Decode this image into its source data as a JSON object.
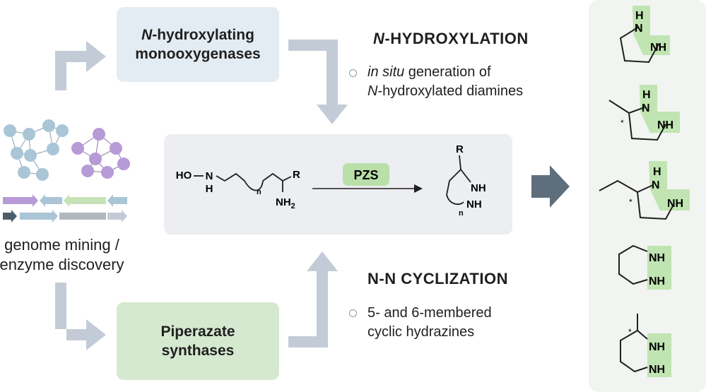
{
  "top_box": {
    "line1_prefix": "N",
    "line1_rest": "-hydroxylating",
    "line2": "monooxygenases"
  },
  "bottom_box": {
    "line1": "Piperazate",
    "line2": "synthases"
  },
  "left": {
    "caption_line1": "genome mining /",
    "caption_line2": "enzyme discovery"
  },
  "hydroxylation": {
    "title_prefix": "N",
    "title_rest": "-HYDROXYLATION",
    "bullet_italic": "in situ",
    "bullet_rest1": " generation of",
    "bullet_line2_prefix": "N",
    "bullet_line2_rest": "-hydroxylated diamines"
  },
  "cyclization": {
    "title": "N-N CYCLIZATION",
    "bullet_line1": "5- and 6-membered",
    "bullet_line2": "cyclic hydrazines"
  },
  "reaction": {
    "enzyme": "PZS",
    "substrate_ho": "HO",
    "substrate_n": "N",
    "substrate_h": "H",
    "substrate_n_sub": "n",
    "substrate_r": "R",
    "substrate_nh2": "NH",
    "substrate_nh2_sub": "2",
    "product_r": "R",
    "product_nh1": "NH",
    "product_nh2": "NH",
    "product_n_sub": "n"
  },
  "products": {
    "h": "H",
    "nh": "NH",
    "n": "N",
    "stereo": "*"
  },
  "colors": {
    "fmo_box": "#e4ecf3",
    "pzs_box": "#d4e9cf",
    "center_box": "#eceef1",
    "right_panel": "#f1f4f0",
    "highlight": "#b9e0a8",
    "arrow_gray": "#c3ccd6",
    "arrow_dark": "#5e6e7c",
    "node_blue": "#a9c5d6",
    "node_purple": "#b69bd6"
  }
}
